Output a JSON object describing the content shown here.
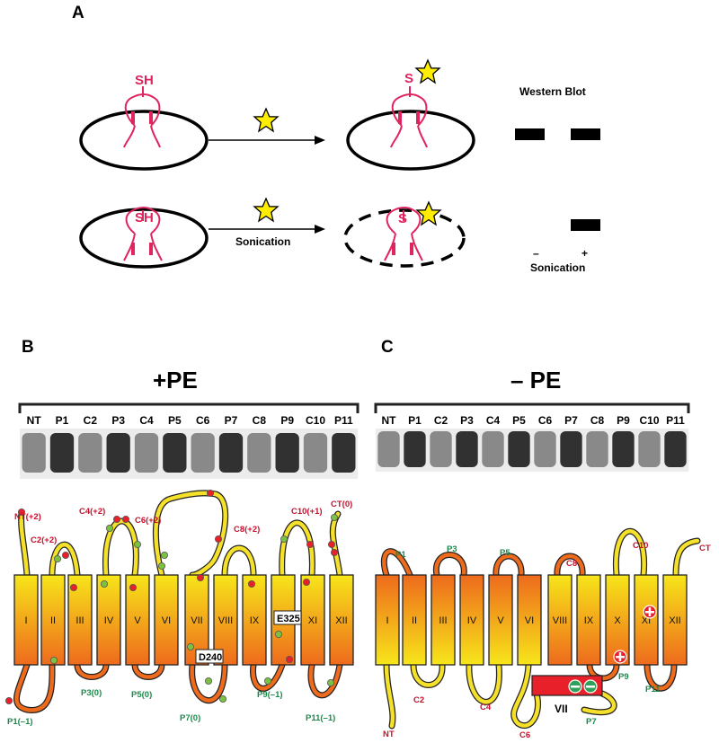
{
  "panel_a": {
    "letter": "A",
    "row1_thiol": "SH",
    "row1_labeled": "S",
    "row2_thiol": "SH",
    "row2_labeled": "S",
    "arrow2_label": "Sonication",
    "western_title": "Western Blot",
    "lane_minus": "–",
    "lane_plus": "+",
    "sonication_label": "Sonication",
    "star_color": "#ffee00",
    "protein_color": "#e0245e"
  },
  "panel_b": {
    "letter": "B",
    "title": "+PE",
    "lanes": [
      "NT",
      "P1",
      "C2",
      "P3",
      "C4",
      "P5",
      "C6",
      "P7",
      "C8",
      "P9",
      "C10",
      "P11"
    ],
    "helices": [
      "I",
      "II",
      "III",
      "IV",
      "V",
      "VI",
      "VII",
      "VIII",
      "IX",
      "X",
      "XI",
      "XII"
    ],
    "top_labels": [
      "NT(+2)",
      "C2(+2)",
      "C4(+2)",
      "C6(+2)",
      "C8(+2)",
      "C10(+1)",
      "CT(0)"
    ],
    "bottom_labels": [
      "P1(–1)",
      "P3(0)",
      "P5(0)",
      "P7(0)",
      "P9(–1)",
      "P11(–1)"
    ],
    "residue_boxes": [
      "D240",
      "E325"
    ]
  },
  "panel_c": {
    "letter": "C",
    "title": "– PE",
    "lanes": [
      "NT",
      "P1",
      "C2",
      "P3",
      "C4",
      "P5",
      "C6",
      "P7",
      "C8",
      "P9",
      "C10",
      "P11"
    ],
    "helices": [
      "I",
      "II",
      "III",
      "IV",
      "V",
      "VI",
      "VIII",
      "IX",
      "X",
      "XI",
      "XII"
    ],
    "reversed_helix": "VII",
    "labels": {
      "p1": "P1",
      "p3": "P3",
      "p5": "P5",
      "c8": "C8",
      "c10": "C10",
      "ct": "CT",
      "c2": "C2",
      "c4": "C4",
      "c6": "C6",
      "nt": "NT",
      "p7": "P7",
      "p9": "P9",
      "p11": "P11"
    }
  },
  "colors": {
    "helix_top": "#f7e61a",
    "helix_bottom": "#ee6a1c",
    "red_dot": "#e8202a",
    "green_dot": "#7cc242"
  }
}
